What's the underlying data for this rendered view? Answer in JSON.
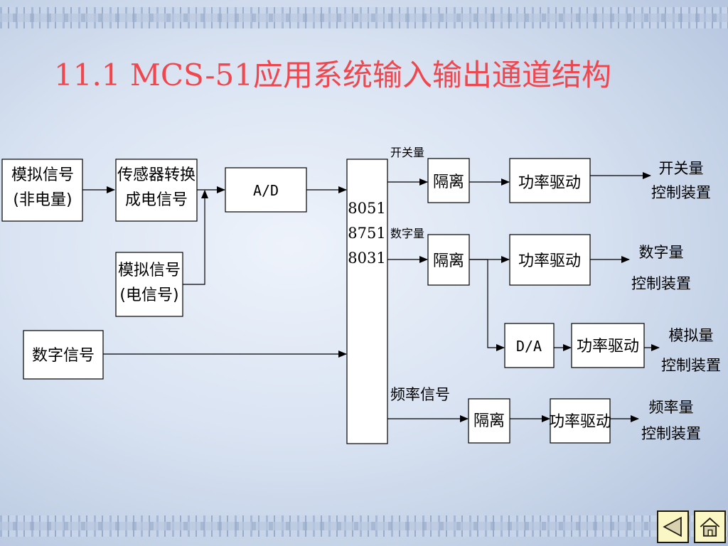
{
  "title": "11.1  MCS-51应用系统输入输出通道结构",
  "blocks": {
    "analog_nonelec": [
      "模拟信号",
      "(非电量)"
    ],
    "sensor": [
      "传感器转换",
      "成电信号"
    ],
    "ad": "A/D",
    "analog_elec": [
      "模拟信号",
      "(电信号)"
    ],
    "digital_signal": "数字信号",
    "mcu": [
      "8051",
      "8751",
      "8031"
    ],
    "isolation": "隔离",
    "power_drive": "功率驱动",
    "da": "D/A"
  },
  "channel_labels": {
    "switch": "开关量",
    "digital": "数字量",
    "frequency": "频率信号"
  },
  "outputs": {
    "switch": [
      "开关量",
      "控制装置"
    ],
    "digital": [
      "数字量",
      "控制装置"
    ],
    "analog": [
      "模拟量",
      "控制装置"
    ],
    "frequency": [
      "频率量",
      "控制装置"
    ]
  },
  "nav": {
    "back_icon": "triangle-left-icon",
    "home_icon": "house-icon"
  }
}
